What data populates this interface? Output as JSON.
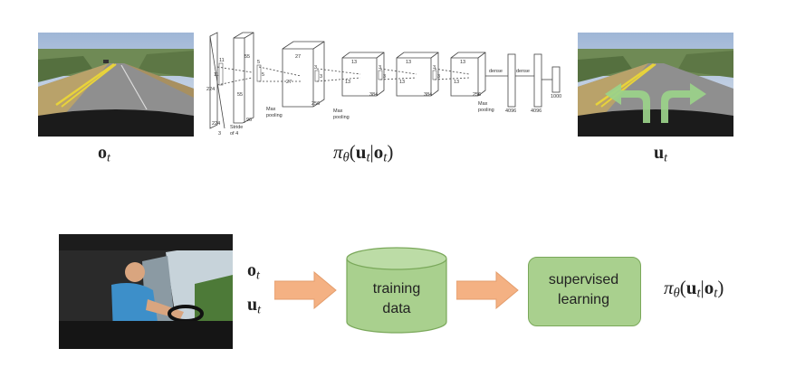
{
  "top": {
    "obs_label": {
      "sym": "o",
      "sub": "t"
    },
    "act_label": {
      "sym": "u",
      "sub": "t"
    },
    "policy_label": {
      "pi": "π",
      "theta": "θ",
      "u": "u",
      "t": "t",
      "o": "o"
    },
    "cnn": {
      "layer_dims": [
        "224",
        "224",
        "3",
        "55",
        "55",
        "96",
        "27",
        "27",
        "256",
        "13",
        "13",
        "384",
        "13",
        "13",
        "384",
        "13",
        "13",
        "256",
        "4096",
        "4096",
        "1000"
      ],
      "kernel_labels": [
        "11",
        "11",
        "5",
        "5",
        "3",
        "3",
        "3",
        "3",
        "3",
        "3"
      ],
      "annotations": {
        "stride": [
          "Stride",
          "of 4"
        ],
        "pool1": [
          "Max",
          "pooling"
        ],
        "pool2": [
          "Max",
          "pooling"
        ],
        "pool3": [
          "Max",
          "pooling"
        ],
        "dense1": "dense",
        "dense2": "dense"
      }
    }
  },
  "bottom": {
    "o_label": {
      "sym": "o",
      "sub": "t"
    },
    "u_label": {
      "sym": "u",
      "sub": "t"
    },
    "training_data": {
      "line1": "training",
      "line2": "data"
    },
    "supervised_learning": {
      "line1": "supervised",
      "line2": "learning"
    },
    "policy_label": {
      "pi": "π",
      "theta": "θ",
      "u": "u",
      "t": "t",
      "o": "o"
    }
  },
  "colors": {
    "node_fill": "#a9d08e",
    "node_stroke": "#7aa85a",
    "arrow_fill": "#f4b183",
    "turn_arrow": "#9bd38a"
  }
}
